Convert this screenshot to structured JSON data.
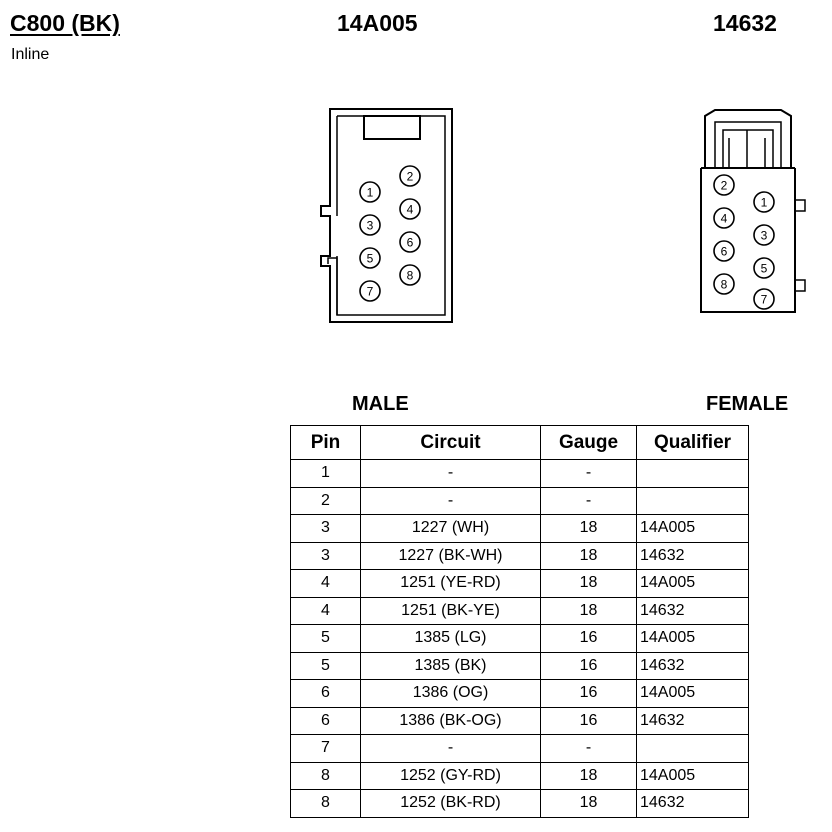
{
  "header": {
    "connector_id": "C800 (BK)",
    "connector_type": "Inline",
    "male_part_number": "14A005",
    "female_part_number": "14632"
  },
  "views": {
    "male_label": "MALE",
    "female_label": "FEMALE",
    "male_pins": [
      "1",
      "2",
      "3",
      "4",
      "5",
      "6",
      "7",
      "8"
    ],
    "female_pins": [
      "1",
      "2",
      "3",
      "4",
      "5",
      "6",
      "7",
      "8"
    ]
  },
  "table": {
    "headers": [
      "Pin",
      "Circuit",
      "Gauge",
      "Qualifier"
    ],
    "rows": [
      {
        "pin": "1",
        "circuit": "-",
        "gauge": "-",
        "qualifier": ""
      },
      {
        "pin": "2",
        "circuit": "-",
        "gauge": "-",
        "qualifier": ""
      },
      {
        "pin": "3",
        "circuit": "1227 (WH)",
        "gauge": "18",
        "qualifier": "14A005"
      },
      {
        "pin": "3",
        "circuit": "1227 (BK-WH)",
        "gauge": "18",
        "qualifier": "14632"
      },
      {
        "pin": "4",
        "circuit": "1251 (YE-RD)",
        "gauge": "18",
        "qualifier": "14A005"
      },
      {
        "pin": "4",
        "circuit": "1251 (BK-YE)",
        "gauge": "18",
        "qualifier": "14632"
      },
      {
        "pin": "5",
        "circuit": "1385 (LG)",
        "gauge": "16",
        "qualifier": "14A005"
      },
      {
        "pin": "5",
        "circuit": "1385 (BK)",
        "gauge": "16",
        "qualifier": "14632"
      },
      {
        "pin": "6",
        "circuit": "1386 (OG)",
        "gauge": "16",
        "qualifier": "14A005"
      },
      {
        "pin": "6",
        "circuit": "1386 (BK-OG)",
        "gauge": "16",
        "qualifier": "14632"
      },
      {
        "pin": "7",
        "circuit": "-",
        "gauge": "-",
        "qualifier": ""
      },
      {
        "pin": "8",
        "circuit": "1252 (GY-RD)",
        "gauge": "18",
        "qualifier": "14A005"
      },
      {
        "pin": "8",
        "circuit": "1252 (BK-RD)",
        "gauge": "18",
        "qualifier": "14632"
      }
    ]
  }
}
